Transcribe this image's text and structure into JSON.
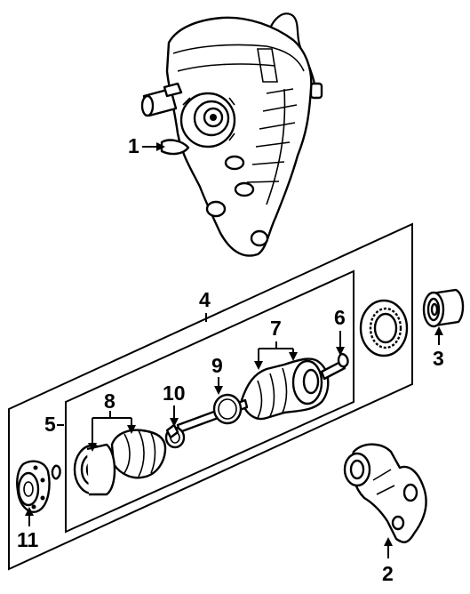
{
  "callouts": {
    "c1": "1",
    "c2": "2",
    "c3": "3",
    "c4": "4",
    "c5": "5",
    "c6": "6",
    "c7": "7",
    "c8": "8",
    "c9": "9",
    "c10": "10",
    "c11": "11"
  },
  "parts": [
    "differential-housing",
    "support-bracket",
    "bearing",
    "axle-shaft-assembly",
    "cv-joint-assembly",
    "snap-ring",
    "outer-boot",
    "inner-boot",
    "shaft-seal-ring",
    "boot-clamp",
    "flange"
  ]
}
